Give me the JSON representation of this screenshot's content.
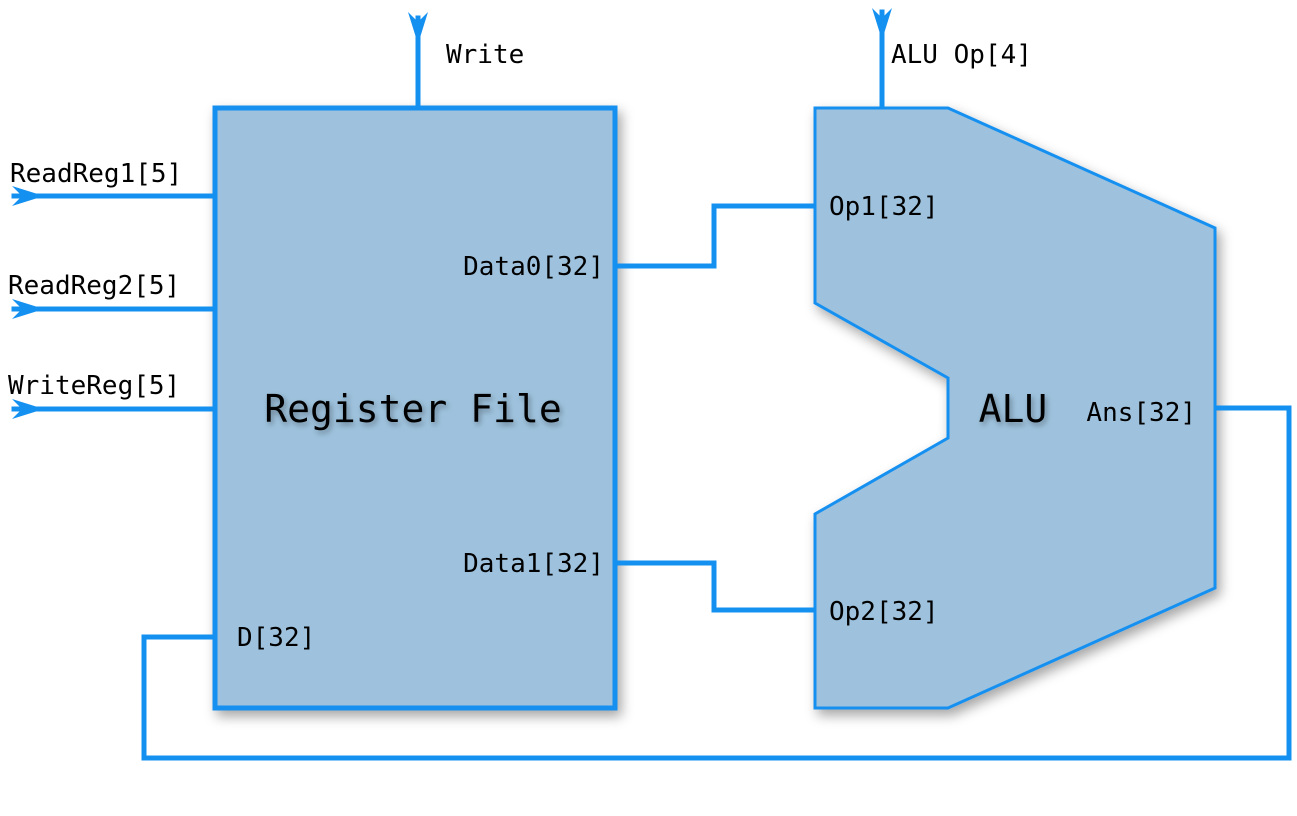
{
  "colors": {
    "wire": "#1490f0",
    "block_fill": "#9ec2dd",
    "block_edge": "#1490f0",
    "text": "#000000"
  },
  "register_file": {
    "title": "Register File",
    "write_label": "Write",
    "inputs": [
      "ReadReg1[5]",
      "ReadReg2[5]",
      "WriteReg[5]"
    ],
    "data_in": "D[32]",
    "outputs": [
      "Data0[32]",
      "Data1[32]"
    ]
  },
  "alu": {
    "title": "ALU",
    "op_label": "ALU Op[4]",
    "op1": "Op1[32]",
    "op2": "Op2[32]",
    "result": "Ans[32]"
  }
}
